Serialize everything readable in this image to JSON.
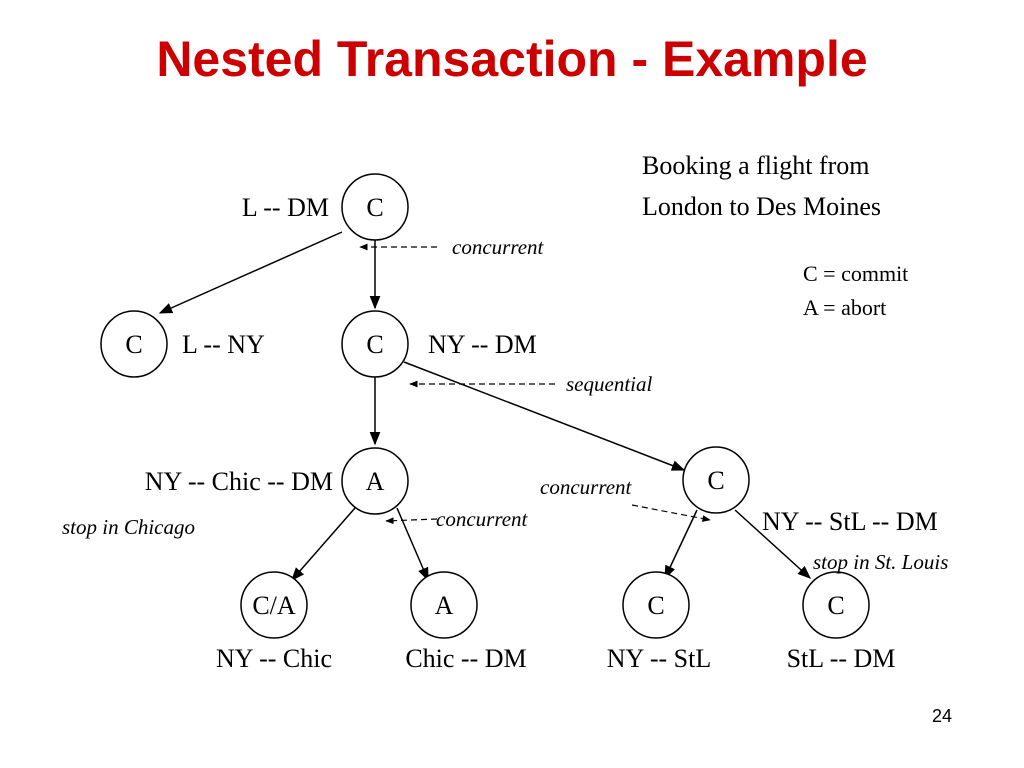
{
  "title": "Nested Transaction - Example",
  "page_number": "24",
  "description": [
    "Booking a flight from",
    "London to Des Moines"
  ],
  "legend": [
    "C = commit",
    "A = abort"
  ],
  "nodes": {
    "root": "C",
    "left": "C",
    "mid": "C",
    "a_mid": "A",
    "c_right": "C",
    "ca": "C/A",
    "a_low": "A",
    "c_low1": "C",
    "c_low2": "C"
  },
  "labels": {
    "root": "L -- DM",
    "left": "L -- NY",
    "mid": "NY -- DM",
    "a_mid": "NY -- Chic -- DM",
    "c_right": "NY -- StL -- DM",
    "ca": "NY -- Chic",
    "a_low": "Chic -- DM",
    "c_low1": "NY -- StL",
    "c_low2": "StL -- DM"
  },
  "notes": {
    "stop_chicago": "stop in Chicago",
    "stop_stlouis": "stop in St. Louis"
  },
  "annotations": {
    "concurrent_top": "concurrent",
    "sequential": "sequential",
    "concurrent_mid": "concurrent",
    "concurrent_right": "concurrent"
  }
}
